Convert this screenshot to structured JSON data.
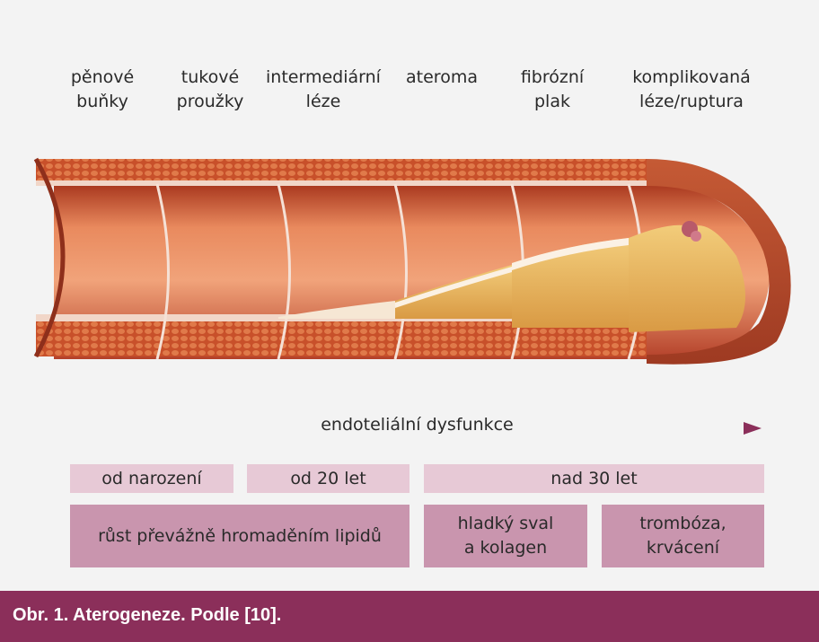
{
  "stages": [
    {
      "id": "pena",
      "label": "pěnové\nbuňky"
    },
    {
      "id": "tukove",
      "label": "tukové\nproužky"
    },
    {
      "id": "intermedi",
      "label": "intermediární\nléze"
    },
    {
      "id": "ateroma",
      "label": "ateroma"
    },
    {
      "id": "fibrozni",
      "label": "fibrózní\nplak"
    },
    {
      "id": "komplik",
      "label": "komplikovaná\nléze/ruptura"
    }
  ],
  "arrow_label": "endoteliální dysfunkce",
  "periods": [
    "od narození",
    "od 20 let",
    "nad 30 let"
  ],
  "processes": [
    "růst převážně hromaděním lipidů",
    "hladký sval\na kolagen",
    "trombóza,\nkrvácení"
  ],
  "caption": "Obr. 1. Aterogeneze. Podle [10].",
  "colors": {
    "accent": "#8b2f5a",
    "period_fill": "#e7c9d6",
    "process_fill": "#c995ae",
    "artery_wall": "#c8502a",
    "lumen": "#e87b4e",
    "plaque": "#e9b85c"
  }
}
